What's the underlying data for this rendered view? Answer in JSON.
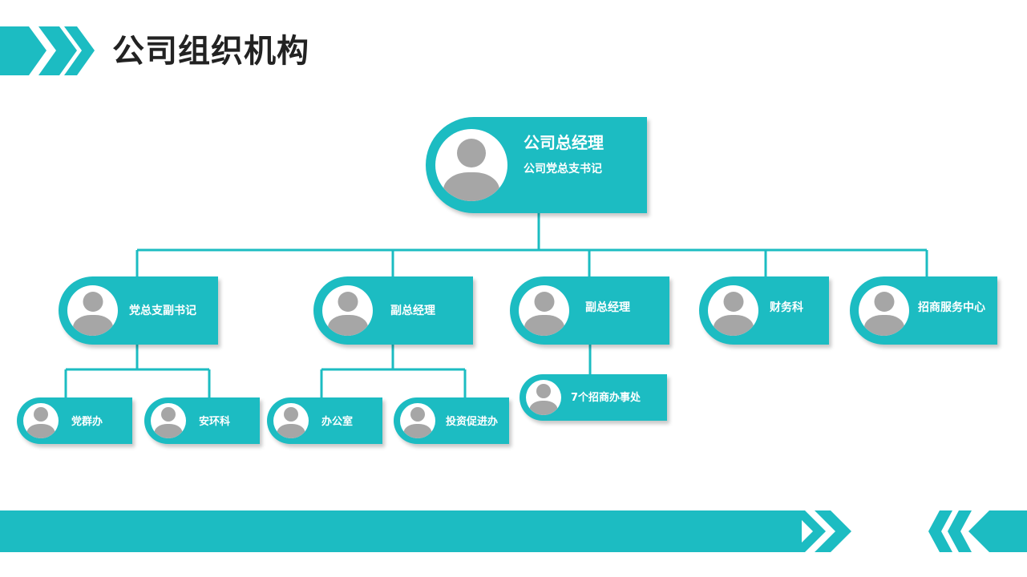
{
  "page": {
    "title": "公司组织机构",
    "colors": {
      "accent": "#1cbcc2",
      "avatar": "#a6a6a6",
      "line": "#1cbcc2"
    }
  },
  "org": {
    "root": {
      "title": "公司总经理",
      "subtitle": "公司党总支书记"
    },
    "level2": [
      {
        "title": "党总支副书记"
      },
      {
        "title": "副总经理"
      },
      {
        "title": "副总经理"
      },
      {
        "title": "财务科"
      },
      {
        "title": "招商服务中心"
      }
    ],
    "level3": [
      {
        "title": "党群办",
        "parent": 0
      },
      {
        "title": "安环科",
        "parent": 0
      },
      {
        "title": "办公室",
        "parent": 1
      },
      {
        "title": "投资促进办",
        "parent": 1
      },
      {
        "title": "7个招商办事处",
        "parent": 2
      }
    ]
  }
}
